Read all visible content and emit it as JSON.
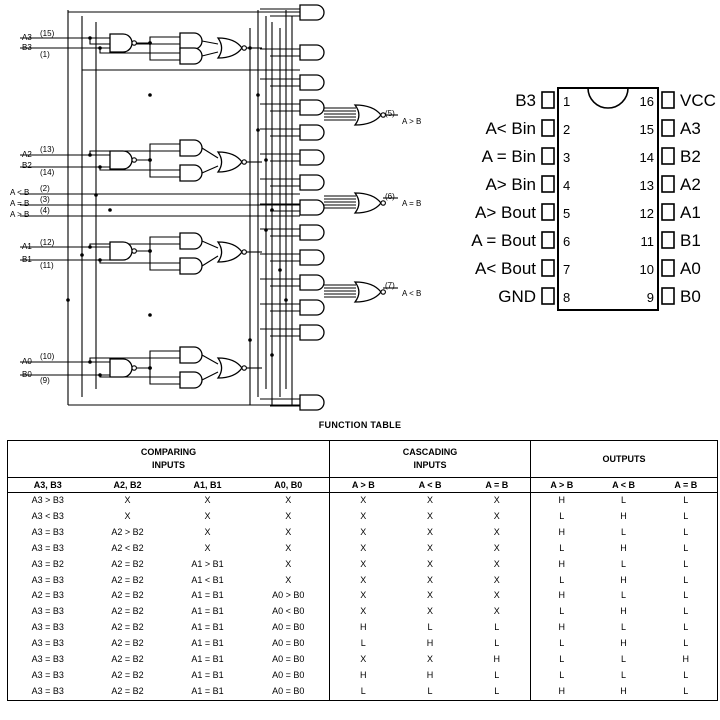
{
  "diagram": {
    "inputs": [
      {
        "name": "A3",
        "pin": "(15)"
      },
      {
        "name": "B3",
        "pin": "(1)"
      },
      {
        "name": "A2",
        "pin": "(13)"
      },
      {
        "name": "B2",
        "pin": "(14)"
      },
      {
        "name": "A < B",
        "pin": "(2)"
      },
      {
        "name": "A = B",
        "pin": "(3)"
      },
      {
        "name": "A > B",
        "pin": "(4)"
      },
      {
        "name": "A1",
        "pin": "(12)"
      },
      {
        "name": "B1",
        "pin": "(11)"
      },
      {
        "name": "A0",
        "pin": "(10)"
      },
      {
        "name": "B0",
        "pin": "(9)"
      }
    ],
    "outputs": [
      {
        "name": "A > B",
        "pin": "(5)"
      },
      {
        "name": "A = B",
        "pin": "(6)"
      },
      {
        "name": "A < B",
        "pin": "(7)"
      }
    ]
  },
  "pinout": {
    "left": [
      {
        "label": "B3",
        "num": "1"
      },
      {
        "label": "A< Bin",
        "num": "2"
      },
      {
        "label": "A = Bin",
        "num": "3"
      },
      {
        "label": "A> Bin",
        "num": "4"
      },
      {
        "label": "A> Bout",
        "num": "5"
      },
      {
        "label": "A = Bout",
        "num": "6"
      },
      {
        "label": "A< Bout",
        "num": "7"
      },
      {
        "label": "GND",
        "num": "8"
      }
    ],
    "right": [
      {
        "label": "VCC",
        "num": "16"
      },
      {
        "label": "A3",
        "num": "15"
      },
      {
        "label": "B2",
        "num": "14"
      },
      {
        "label": "A2",
        "num": "13"
      },
      {
        "label": "A1",
        "num": "12"
      },
      {
        "label": "B1",
        "num": "11"
      },
      {
        "label": "A0",
        "num": "10"
      },
      {
        "label": "B0",
        "num": "9"
      }
    ]
  },
  "function_table": {
    "title": "FUNCTION TABLE",
    "groups": [
      "COMPARING INPUTS",
      "CASCADING INPUTS",
      "OUTPUTS"
    ],
    "columns": [
      "A3, B3",
      "A2, B2",
      "A1, B1",
      "A0, B0",
      "A > B",
      "A < B",
      "A = B",
      "A > B",
      "A < B",
      "A = B"
    ],
    "rows": [
      [
        "A3 > B3",
        "X",
        "X",
        "X",
        "X",
        "X",
        "X",
        "H",
        "L",
        "L"
      ],
      [
        "A3 < B3",
        "X",
        "X",
        "X",
        "X",
        "X",
        "X",
        "L",
        "H",
        "L"
      ],
      [
        "A3 = B3",
        "A2 > B2",
        "X",
        "X",
        "X",
        "X",
        "X",
        "H",
        "L",
        "L"
      ],
      [
        "A3 = B3",
        "A2 < B2",
        "X",
        "X",
        "X",
        "X",
        "X",
        "L",
        "H",
        "L"
      ],
      [
        "A3 = B2",
        "A2 = B2",
        "A1 > B1",
        "X",
        "X",
        "X",
        "X",
        "H",
        "L",
        "L"
      ],
      [
        "A3 = B3",
        "A2 = B2",
        "A1 < B1",
        "X",
        "X",
        "X",
        "X",
        "L",
        "H",
        "L"
      ],
      [
        "A2 = B3",
        "A2 = B2",
        "A1 = B1",
        "A0 > B0",
        "X",
        "X",
        "X",
        "H",
        "L",
        "L"
      ],
      [
        "A3 = B3",
        "A2 = B2",
        "A1 = B1",
        "A0 < B0",
        "X",
        "X",
        "X",
        "L",
        "H",
        "L"
      ],
      [
        "A3 = B3",
        "A2 = B2",
        "A1 = B1",
        "A0 = B0",
        "H",
        "L",
        "L",
        "H",
        "L",
        "L"
      ],
      [
        "A3 = B3",
        "A2 = B2",
        "A1 = B1",
        "A0 = B0",
        "L",
        "H",
        "L",
        "L",
        "H",
        "L"
      ],
      [
        "A3 = B3",
        "A2 = B2",
        "A1 = B1",
        "A0 = B0",
        "X",
        "X",
        "H",
        "L",
        "L",
        "H"
      ],
      [
        "A3 = B3",
        "A2 = B2",
        "A1 = B1",
        "A0 = B0",
        "H",
        "H",
        "L",
        "L",
        "L",
        "L"
      ],
      [
        "A3 = B3",
        "A2 = B2",
        "A1 = B1",
        "A0 = B0",
        "L",
        "L",
        "L",
        "H",
        "H",
        "L"
      ]
    ]
  }
}
